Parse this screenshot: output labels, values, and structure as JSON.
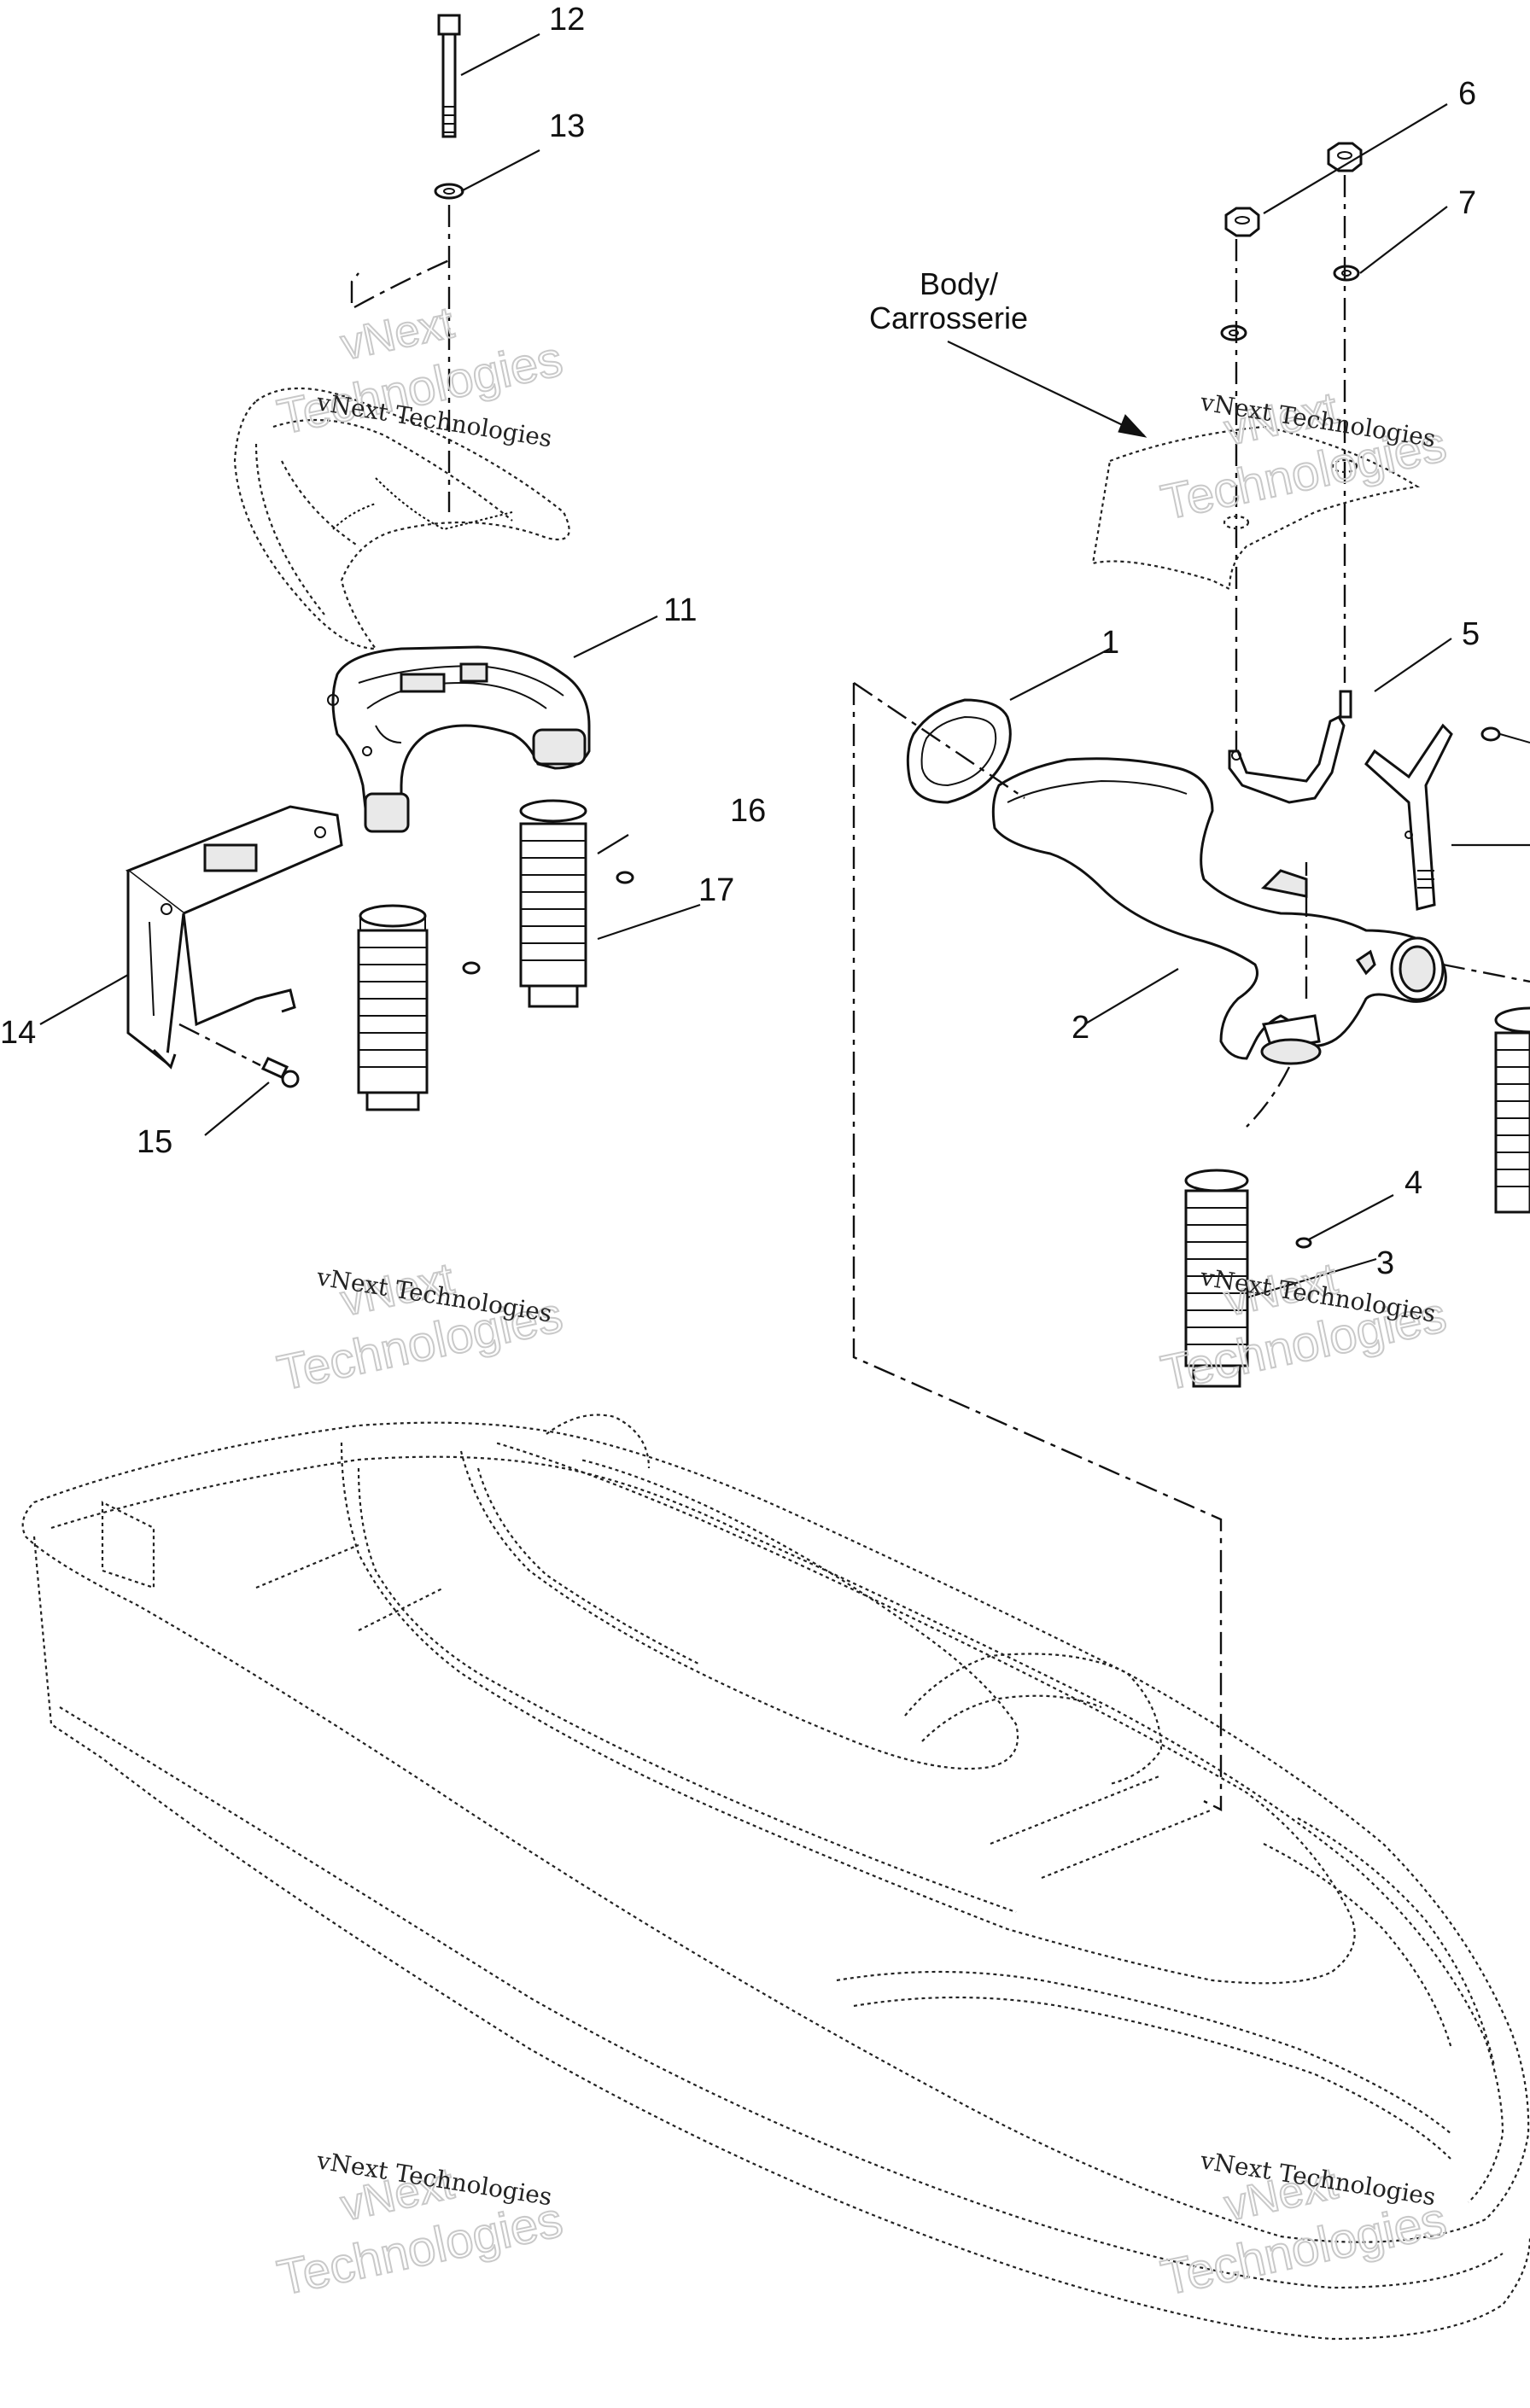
{
  "callouts": {
    "c1": "1",
    "c2": "2",
    "c3": "3",
    "c4": "4",
    "c5": "5",
    "c6": "6",
    "c7": "7",
    "c11": "11",
    "c12": "12",
    "c13": "13",
    "c14": "14",
    "c15": "15",
    "c16": "16",
    "c17": "17"
  },
  "body_label": {
    "line1": "Body/",
    "line2": "Carrosserie"
  },
  "watermark": {
    "small": "vNext Technologies",
    "large1": "vNext",
    "large2": "Technologies"
  }
}
